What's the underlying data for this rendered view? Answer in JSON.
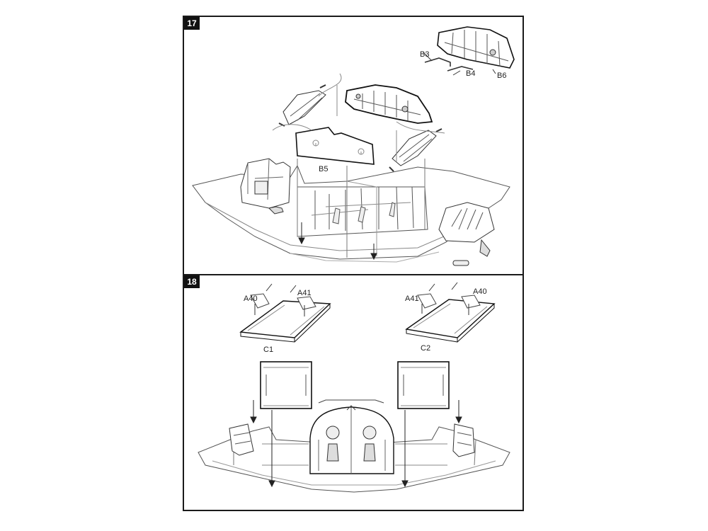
{
  "steps": [
    {
      "number": "17",
      "labels": {
        "b3": "B3",
        "b4": "B4",
        "b6": "B6",
        "b5": "B5"
      }
    },
    {
      "number": "18",
      "labels": {
        "a40_left": "A40",
        "a41_left": "A41",
        "c1": "C1",
        "a41_right": "A41",
        "a40_right": "A40",
        "c2": "C2"
      }
    }
  ]
}
